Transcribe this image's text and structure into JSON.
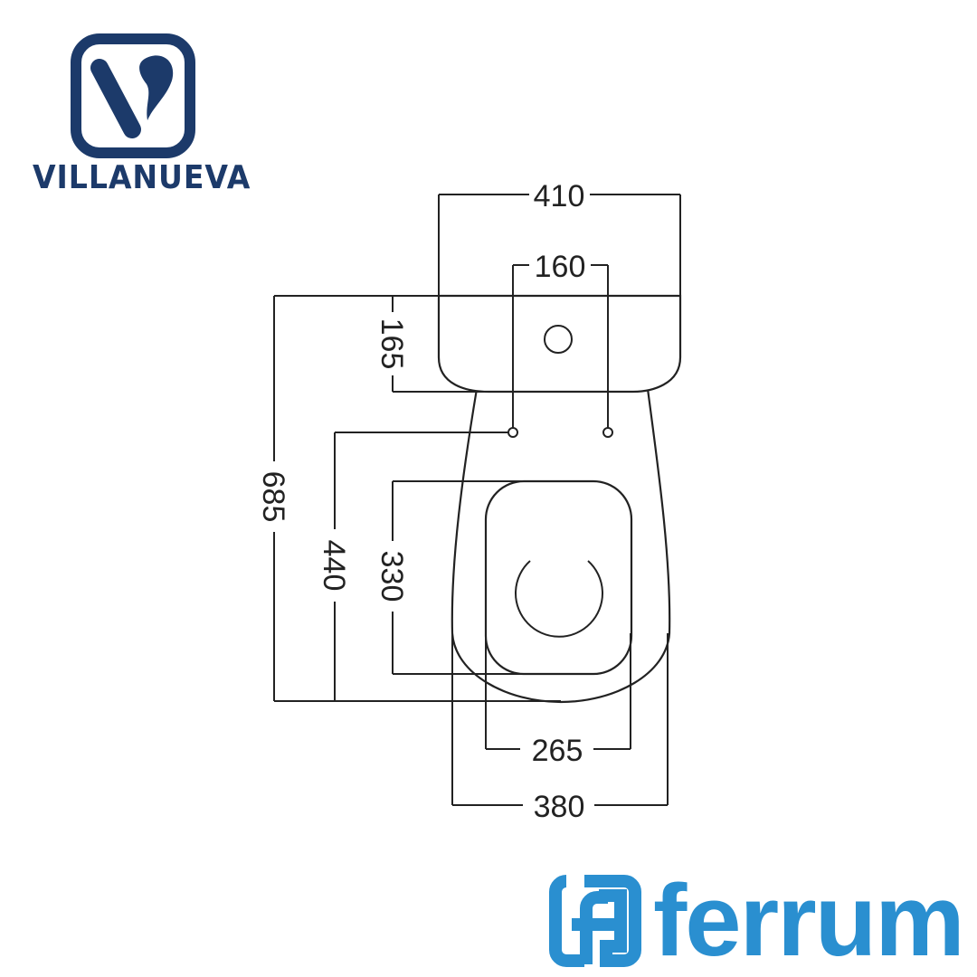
{
  "brands": {
    "left": {
      "name": "VILLANUEVA",
      "color": "#1c3a6a"
    },
    "right": {
      "name": "ferrum",
      "color": "#2a8fd0"
    }
  },
  "dimensions": {
    "tank_width": "410",
    "fixing_holes_spacing": "160",
    "tank_depth": "165",
    "total_length": "685",
    "holes_to_front": "440",
    "seat_opening_length": "330",
    "seat_opening_width": "265",
    "bowl_width": "380"
  }
}
